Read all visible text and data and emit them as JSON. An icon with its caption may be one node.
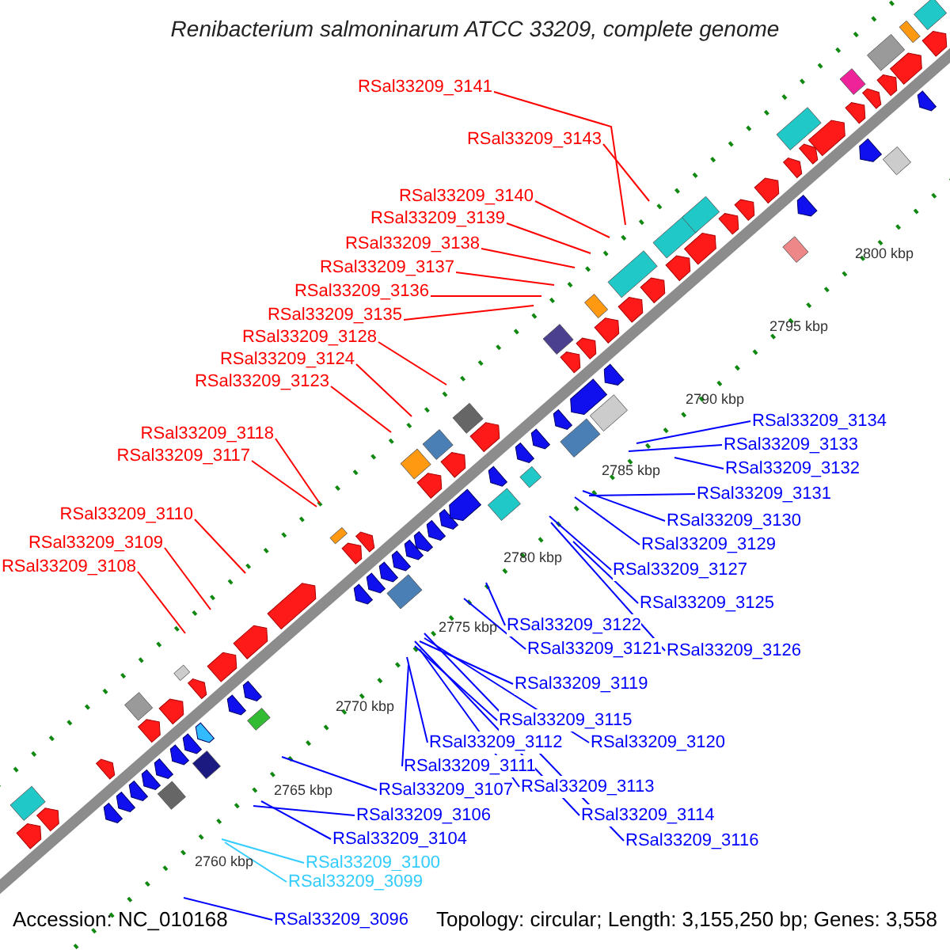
{
  "diagram": {
    "title": "Renibacterium salmoninarum ATCC 33209, complete genome",
    "nodes": [
      {
        "text": [
          "RSal33209_3141"
        ]
      },
      {
        "text": [
          "RSal33209_3143"
        ]
      },
      {
        "text": [
          "RSal33209_3140"
        ]
      },
      {
        "text": [
          "RSal33209_3139"
        ]
      },
      {
        "text": [
          "RSal33209_3138"
        ]
      },
      {
        "text": [
          "RSal33209_3137"
        ]
      },
      {
        "text": [
          "RSal33209_3136"
        ]
      },
      {
        "text": [
          "RSal33209_3135"
        ]
      },
      {
        "text": [
          "RSal33209_3128"
        ]
      },
      {
        "text": [
          "RSal33209_3124"
        ]
      },
      {
        "text": [
          "RSal33209_3123"
        ]
      },
      {
        "text": [
          "RSal33209_3134"
        ]
      },
      {
        "text": [
          "RSal33209_3118"
        ]
      },
      {
        "text": [
          "RSal33209_3133"
        ]
      },
      {
        "text": [
          "RSal33209_3117"
        ]
      },
      {
        "text": [
          "RSal33209_3132"
        ]
      },
      {
        "text": [
          "RSal33209_3131"
        ]
      },
      {
        "text": [
          "RSal33209_3110"
        ]
      },
      {
        "text": [
          "RSal33209_3130"
        ]
      },
      {
        "text": [
          "RSal33209_3109"
        ]
      },
      {
        "text": [
          "RSal33209_3129"
        ]
      },
      {
        "text": [
          "RSal33209_3108"
        ]
      },
      {
        "text": [
          "RSal33209_3127"
        ]
      },
      {
        "text": [
          "RSal33209_3125"
        ]
      },
      {
        "text": [
          "RSal33209_3122"
        ]
      },
      {
        "text": [
          "RSal33209_3121"
        ]
      },
      {
        "text": [
          "RSal33209_3126"
        ]
      },
      {
        "text": [
          "RSal33209_3119"
        ]
      },
      {
        "text": [
          "RSal33209_3115"
        ]
      },
      {
        "text": [
          "RSal33209_3112"
        ]
      },
      {
        "text": [
          "RSal33209_3120"
        ]
      },
      {
        "text": [
          "RSal33209_3111"
        ]
      },
      {
        "text": [
          "RSal33209_3113"
        ]
      },
      {
        "text": [
          "RSal33209_3107"
        ]
      },
      {
        "text": [
          "RSal33209_3106"
        ]
      },
      {
        "text": [
          "RSal33209_3114"
        ]
      },
      {
        "text": [
          "RSal33209_3104"
        ]
      },
      {
        "text": [
          "RSal33209_3116"
        ]
      },
      {
        "text": [
          "RSal33209_3100"
        ]
      },
      {
        "text": [
          "RSal33209_3099"
        ]
      },
      {
        "text": [
          "RSal33209_3096"
        ]
      }
    ],
    "edges": [
      {
        "from": 0,
        "to": null,
        "arrow": "none",
        "color": "#ff0000"
      },
      {
        "from": 1,
        "to": null,
        "arrow": "none",
        "color": "#ff0000"
      },
      {
        "from": 2,
        "to": null,
        "arrow": "none",
        "color": "#ff0000"
      },
      {
        "from": 3,
        "to": null,
        "arrow": "none",
        "color": "#ff0000"
      },
      {
        "from": 4,
        "to": null,
        "arrow": "none",
        "color": "#ff0000"
      },
      {
        "from": 5,
        "to": null,
        "arrow": "none",
        "color": "#ff0000"
      },
      {
        "from": 6,
        "to": null,
        "arrow": "none",
        "color": "#ff0000"
      },
      {
        "from": 7,
        "to": null,
        "arrow": "none",
        "color": "#ff0000"
      },
      {
        "from": 8,
        "to": null,
        "arrow": "none",
        "color": "#ff0000"
      },
      {
        "from": 9,
        "to": null,
        "arrow": "none",
        "color": "#ff0000"
      },
      {
        "from": 10,
        "to": null,
        "arrow": "none",
        "color": "#ff0000"
      },
      {
        "from": 11,
        "to": null,
        "arrow": "none"
      },
      {
        "from": 12,
        "to": null,
        "arrow": "none",
        "color": "#ff0000"
      },
      {
        "from": 13,
        "to": null,
        "arrow": "none"
      },
      {
        "from": 14,
        "to": null,
        "arrow": "none",
        "color": "#ff0000"
      },
      {
        "from": 15,
        "to": null,
        "arrow": "none"
      },
      {
        "from": 16,
        "to": null,
        "arrow": "none"
      },
      {
        "from": 17,
        "to": null,
        "arrow": "none",
        "color": "#ff0000"
      },
      {
        "from": 18,
        "to": null,
        "arrow": "none"
      },
      {
        "from": 19,
        "to": null,
        "arrow": "none",
        "color": "#ff0000"
      },
      {
        "from": 20,
        "to": null,
        "arrow": "none"
      },
      {
        "from": 21,
        "to": null,
        "arrow": "none",
        "color": "#ff0000"
      },
      {
        "from": 22,
        "to": null,
        "arrow": "none"
      },
      {
        "from": 23,
        "to": null,
        "arrow": "none"
      },
      {
        "from": 24,
        "to": null,
        "arrow": "none"
      },
      {
        "from": 25,
        "to": null,
        "arrow": "none"
      },
      {
        "from": 26,
        "to": null,
        "arrow": "none"
      },
      {
        "from": 27,
        "to": null,
        "arrow": "none"
      },
      {
        "from": 28,
        "to": null,
        "arrow": "none"
      },
      {
        "from": 29,
        "to": null,
        "arrow": "none"
      },
      {
        "from": 30,
        "to": null,
        "arrow": "none"
      },
      {
        "from": 31,
        "to": null,
        "arrow": "none"
      },
      {
        "from": 32,
        "to": null,
        "arrow": "none"
      },
      {
        "from": 33,
        "to": null,
        "arrow": "none"
      },
      {
        "from": 34,
        "to": null,
        "arrow": "none"
      },
      {
        "from": 35,
        "to": null,
        "arrow": "none"
      },
      {
        "from": 36,
        "to": null,
        "arrow": "none"
      },
      {
        "from": 37,
        "to": null,
        "arrow": "none"
      },
      {
        "from": 38,
        "to": null,
        "arrow": "none",
        "color": "#33ccff"
      },
      {
        "from": 39,
        "to": null,
        "arrow": "none",
        "color": "#33ccff"
      },
      {
        "from": 40,
        "to": null,
        "arrow": "none"
      }
    ],
    "labels": [
      "2800 kbp",
      "2795 kbp",
      "2790 kbp",
      "2785 kbp",
      "2780 kbp",
      "2775 kbp",
      "2770 kbp",
      "2765 kbp",
      "2760 kbp",
      "Accession: NC_010168",
      "Topology: circular; Length: 3,155,250 bp; Genes: 3,558"
    ]
  }
}
